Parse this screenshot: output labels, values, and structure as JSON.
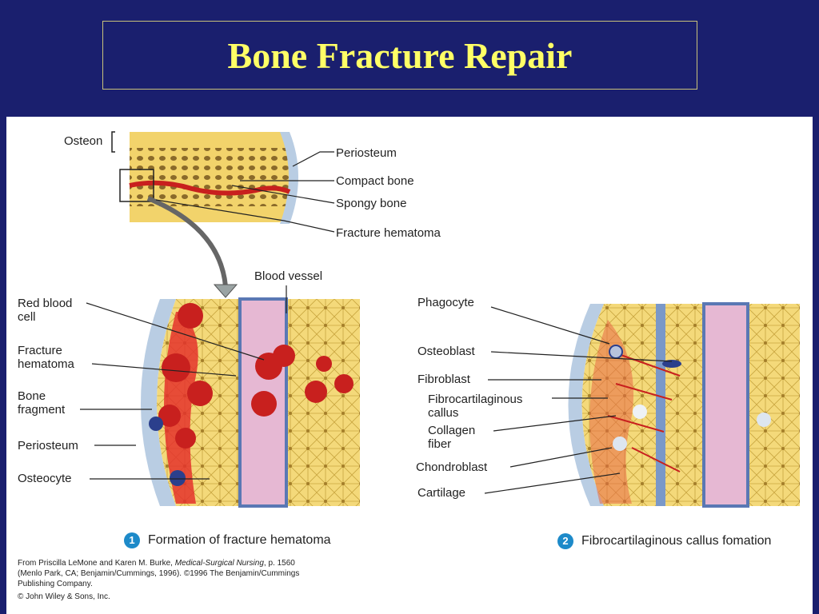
{
  "title": "Bone Fracture Repair",
  "top_labels": {
    "osteon": "Osteon",
    "periosteum": "Periosteum",
    "compact_bone": "Compact bone",
    "spongy_bone": "Spongy bone",
    "fracture_hematoma": "Fracture hematoma",
    "blood_vessel": "Blood vessel"
  },
  "left_labels": {
    "red_blood_cell_1": "Red blood",
    "red_blood_cell_2": "cell",
    "fracture_hematoma_1": "Fracture",
    "fracture_hematoma_2": "hematoma",
    "bone_fragment_1": "Bone",
    "bone_fragment_2": "fragment",
    "periosteum": "Periosteum",
    "osteocyte": "Osteocyte"
  },
  "right_labels": {
    "phagocyte": "Phagocyte",
    "osteoblast": "Osteoblast",
    "fibroblast": "Fibroblast",
    "fibrocartilaginous_1": "Fibrocartilaginous",
    "fibrocartilaginous_2": "callus",
    "collagen_1": "Collagen",
    "collagen_2": "fiber",
    "chondroblast": "Chondroblast",
    "cartilage": "Cartilage"
  },
  "captions": {
    "step1_number": "1",
    "step1_text": "Formation of fracture hematoma",
    "step2_number": "2",
    "step2_text": "Fibrocartilaginous callus fomation"
  },
  "credits": {
    "line1_prefix": "From Priscilla LeMone and Karen M. Burke, ",
    "line1_book": "Medical-Surgical Nursing",
    "line1_suffix": ", p. 1560",
    "line2": "(Menlo Park, CA; Benjamin/Cummings, 1996). ©1996 The Benjamin/Cummings",
    "line3": "Publishing Company.",
    "line4": "© John Wiley & Sons, Inc."
  },
  "colors": {
    "header_bg": "#1a1f6e",
    "title_text": "#ffff66",
    "bone_yellow": "#f2d36b",
    "blood_red": "#c8201e",
    "vessel_pink": "#e6b8d3",
    "periosteum_blue": "#b9cde3",
    "caption_badge": "#1d8ac9"
  }
}
